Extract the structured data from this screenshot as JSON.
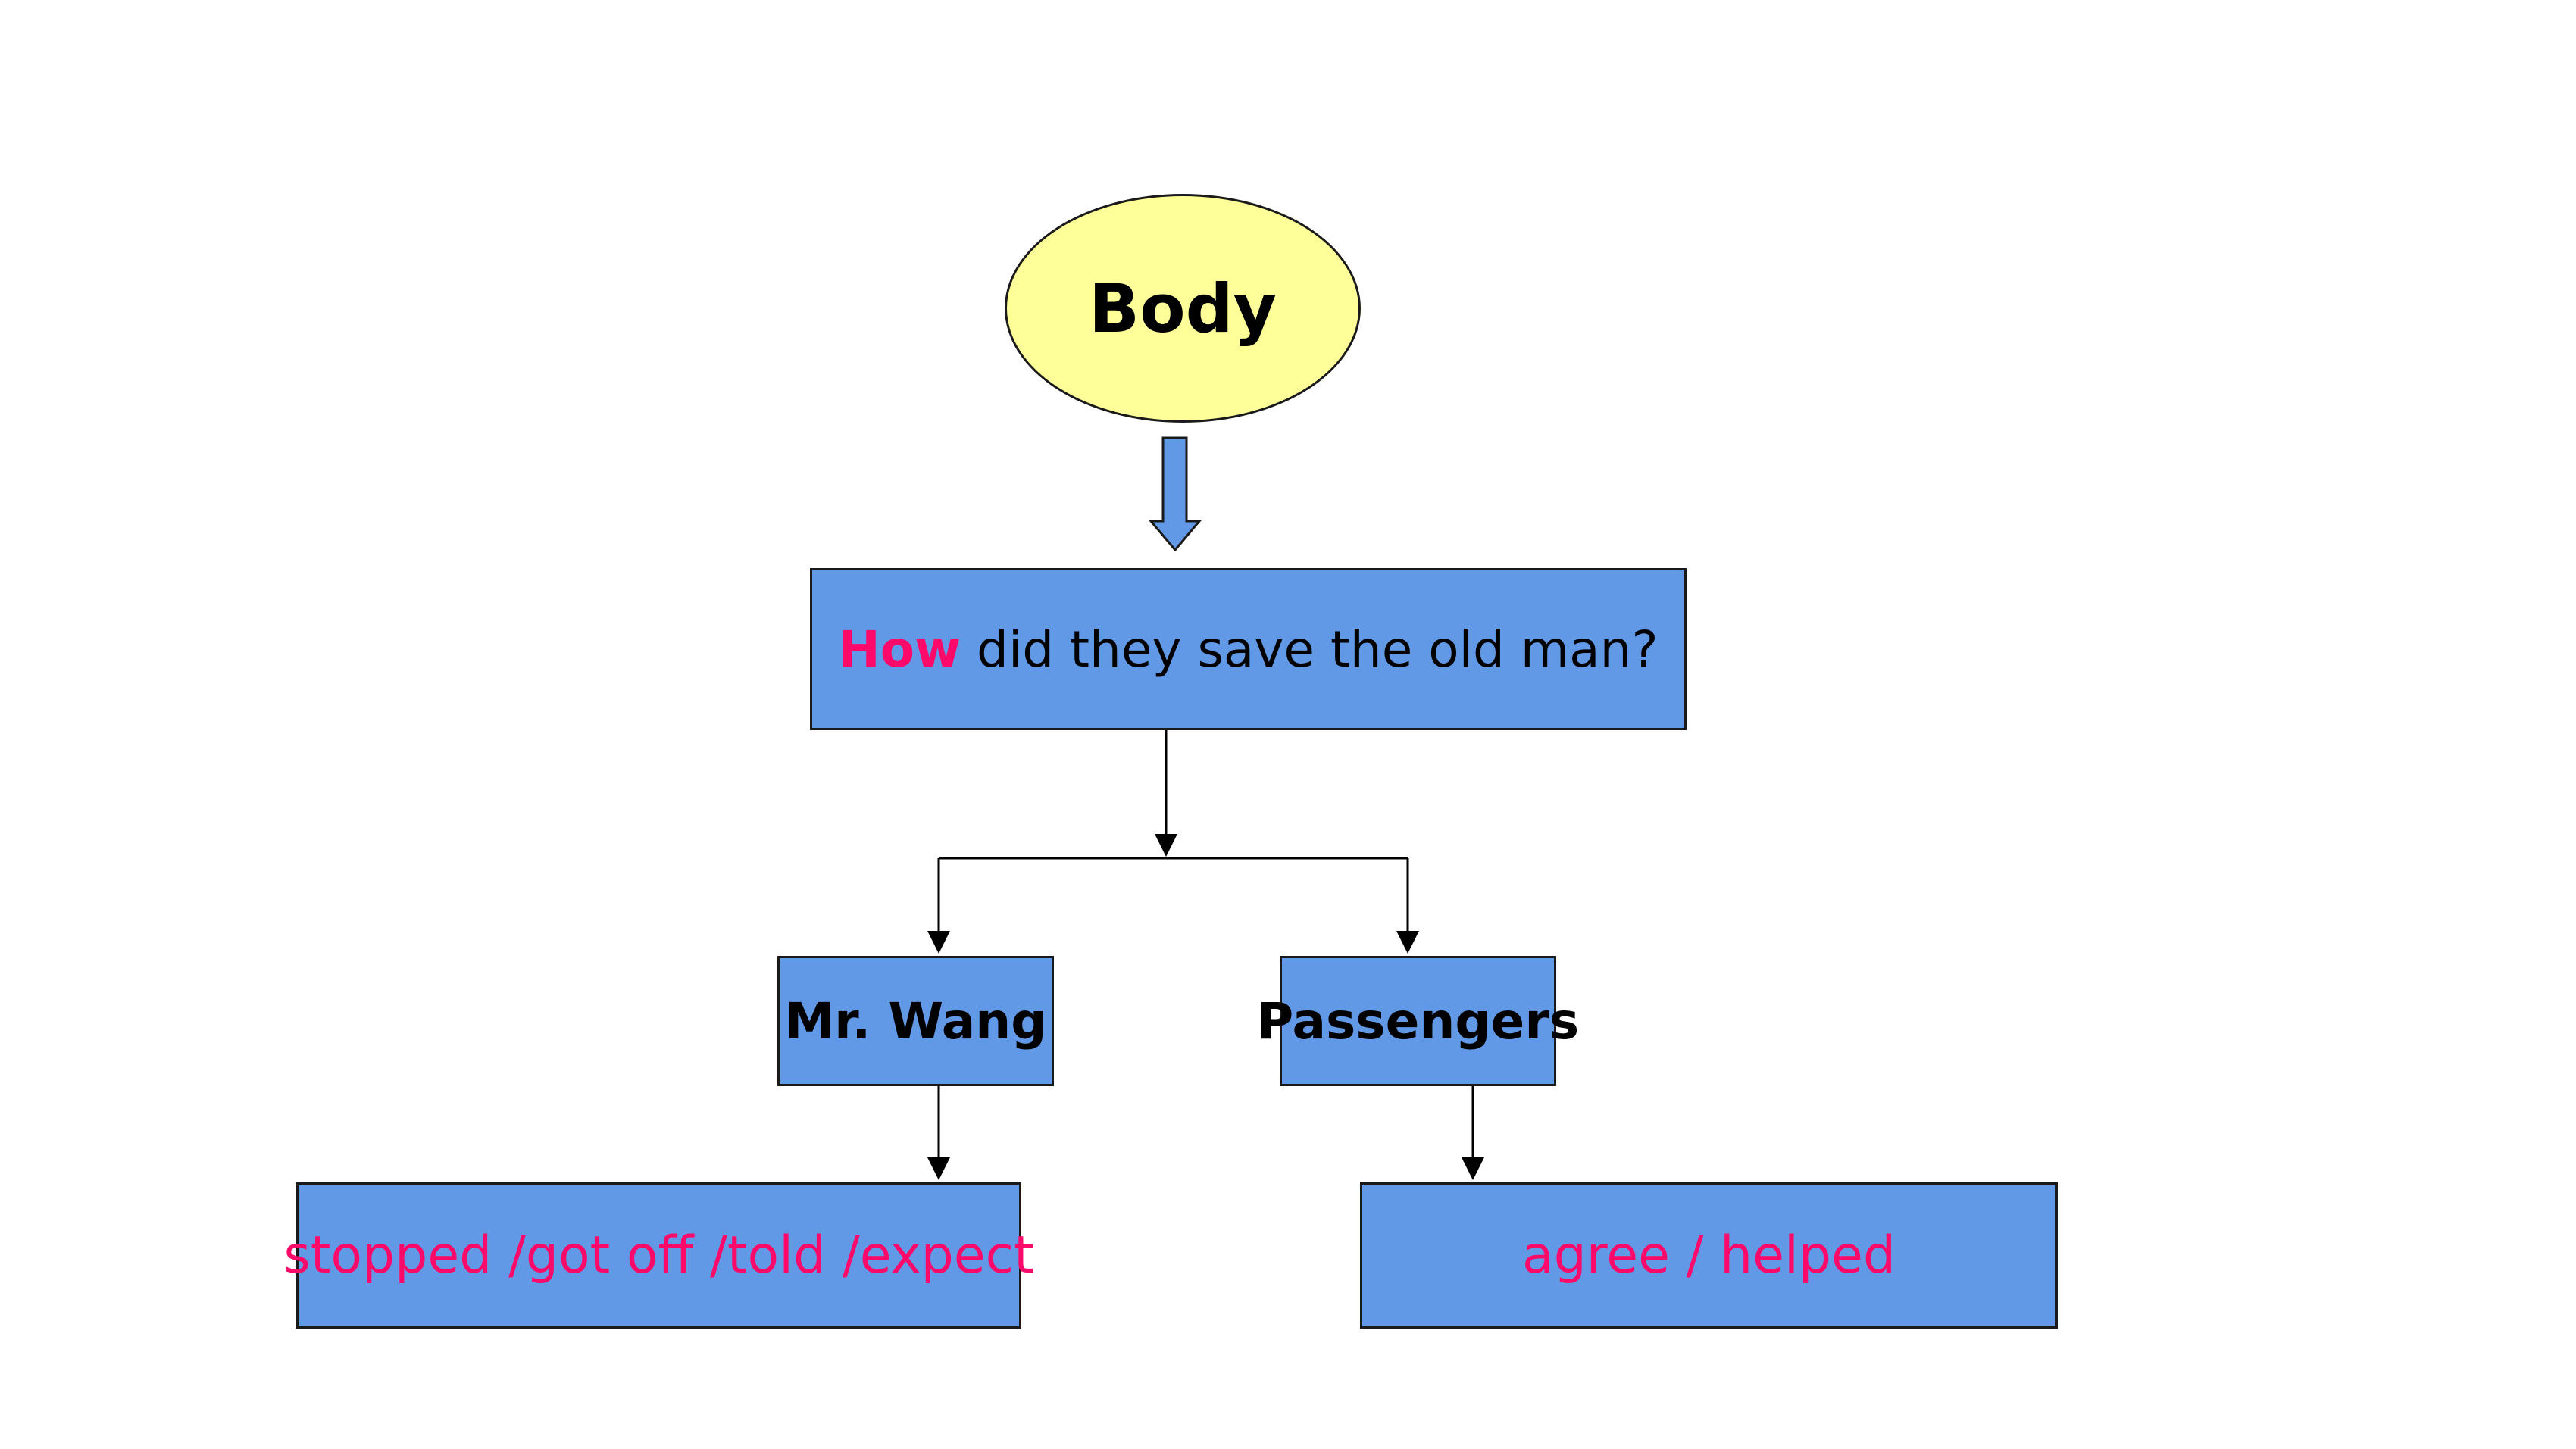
{
  "diagram": {
    "root": {
      "label": "Body"
    },
    "question": {
      "highlight": "How",
      "rest": " did they save the old man?"
    },
    "branches": [
      {
        "label": "Mr. Wang",
        "detail": "stopped /got off /told /expect"
      },
      {
        "label": "Passengers",
        "detail": "agree / helped"
      }
    ]
  },
  "colors": {
    "ellipse_fill": "#ffff99",
    "box_fill": "#6199e6",
    "highlight_text": "#ff0a6a",
    "arrow_fill": "#6199e6"
  }
}
